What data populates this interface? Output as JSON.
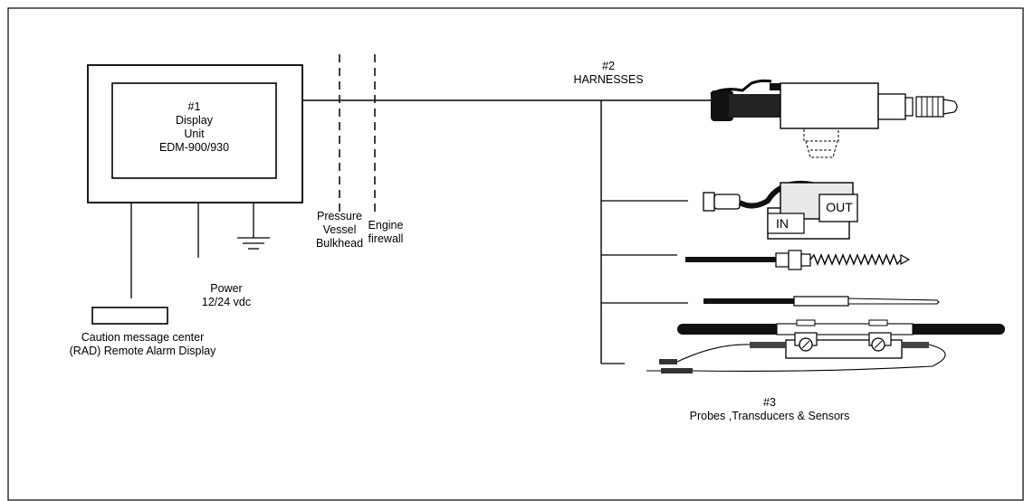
{
  "display_unit": {
    "number": "#1",
    "line1": "Display",
    "line2": "Unit",
    "model": "EDM-900/930"
  },
  "bulkhead": {
    "line1": "Pressure",
    "line2": "Vessel",
    "line3": "Bulkhead"
  },
  "firewall": {
    "line1": "Engine",
    "line2": "firewall"
  },
  "power": {
    "line1": "Power",
    "line2": "12/24 vdc"
  },
  "rad": {
    "line1": "Caution message center",
    "line2": "(RAD) Remote Alarm Display"
  },
  "harnesses": {
    "number": "#2",
    "label": "HARNESSES"
  },
  "probes": {
    "number": "#3",
    "label": "Probes ,Transducers & Sensors"
  },
  "fuel_flow_transducer": {
    "in_label": "IN",
    "out_label": "OUT"
  },
  "colors": {
    "line": "#000000",
    "background": "#ffffff",
    "shade": "#d8d8d8"
  }
}
